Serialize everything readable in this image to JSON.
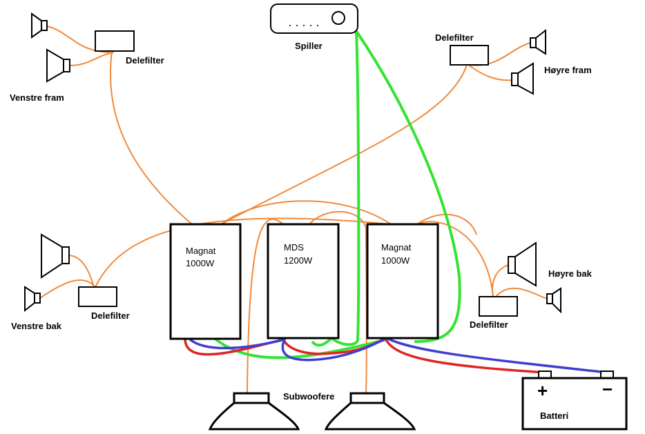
{
  "player": {
    "label": "Spiller"
  },
  "crossovers": {
    "front_left": "Delefilter",
    "front_right": "Delefilter",
    "rear_left": "Delefilter",
    "rear_right": "Delefilter"
  },
  "speakers": {
    "front_left": "Venstre fram",
    "front_right": "Høyre fram",
    "rear_left": "Venstre bak",
    "rear_right": "Høyre bak",
    "subwoofers": "Subwoofere"
  },
  "amplifiers": [
    {
      "name": "Magnat",
      "power": "1000W"
    },
    {
      "name": "MDS",
      "power": "1200W"
    },
    {
      "name": "Magnat",
      "power": "1000W"
    }
  ],
  "battery": {
    "label": "Batteri",
    "plus": "+",
    "minus": "−"
  },
  "colors": {
    "speaker_wire": "#f0893a",
    "signal_wire": "#33e333",
    "negative_wire": "#3f3fcf",
    "positive_wire": "#e02424"
  }
}
